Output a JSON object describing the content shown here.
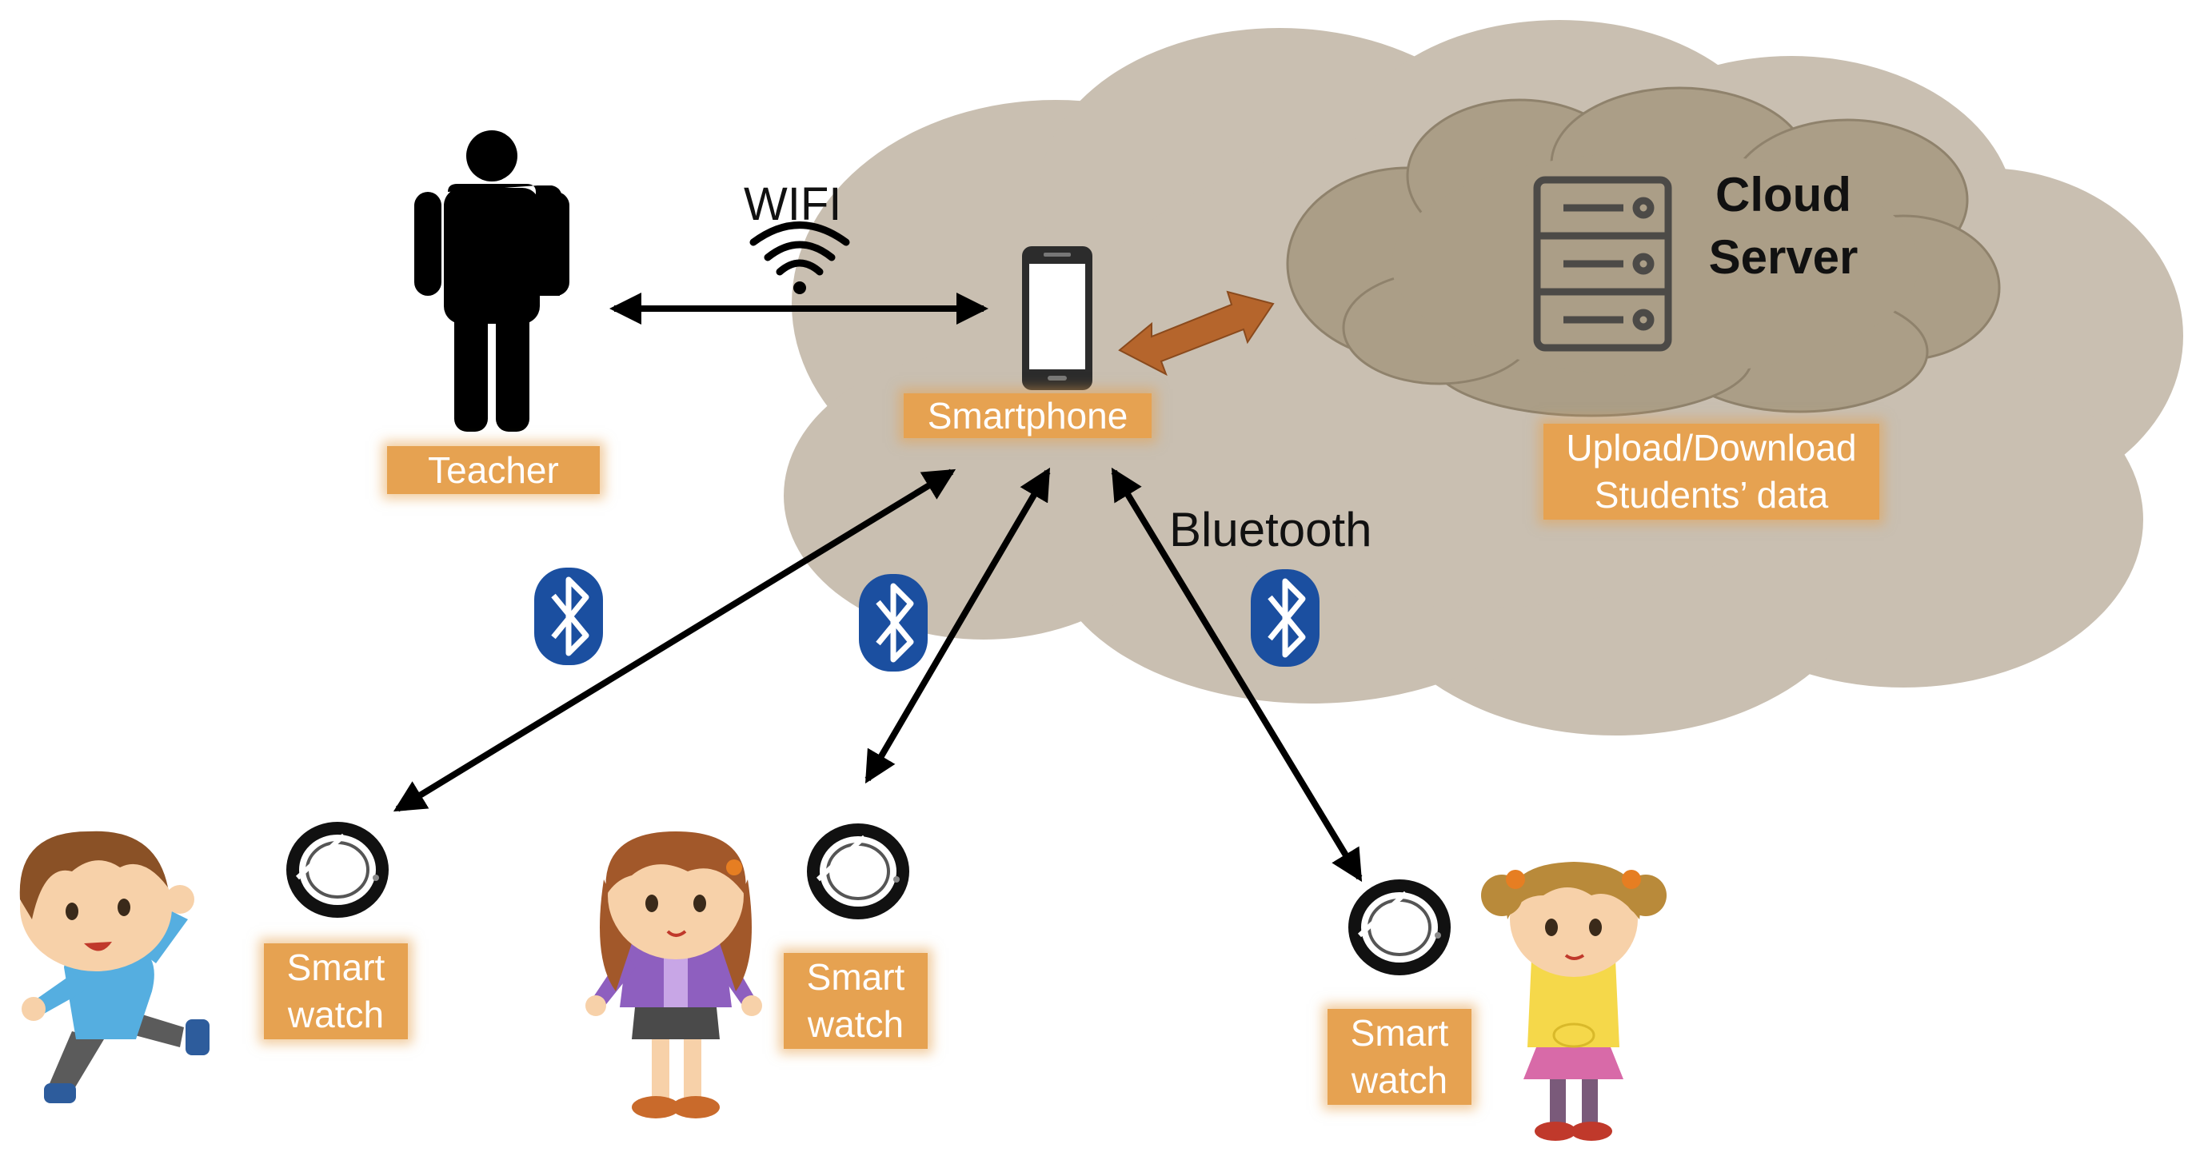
{
  "title": "",
  "labels": {
    "teacher": "Teacher",
    "smartphone": "Smartphone",
    "wifi": "WIFI",
    "bluetooth": "Bluetooth",
    "cloud_server_line1": "Cloud",
    "cloud_server_line2": "Server",
    "upload_line1": "Upload/Download",
    "upload_line2": "Students’ data",
    "watch1_line1": "Smart",
    "watch1_line2": "watch",
    "watch2_line1": "Smart",
    "watch2_line2": "watch",
    "watch3_line1": "Smart",
    "watch3_line2": "watch"
  },
  "colors": {
    "label_fill": "#e6a251",
    "outer_cloud": "#c9bfb1",
    "inner_cloud": "#ab9e87",
    "bluetooth_blue": "#1b4fa0",
    "cloud_link_arrow": "#b5652c",
    "link_arrow": "#000000"
  },
  "icons": [
    "person-icon",
    "wifi-icon",
    "smartphone-icon",
    "server-icon",
    "bluetooth-icon",
    "smartwatch-icon",
    "child-icon"
  ],
  "connections": [
    {
      "from": "teacher",
      "to": "smartphone",
      "medium": "WIFI"
    },
    {
      "from": "smartphone",
      "to": "cloud-server",
      "medium": ""
    },
    {
      "from": "smartphone",
      "to": "smartwatch-1",
      "medium": "Bluetooth"
    },
    {
      "from": "smartphone",
      "to": "smartwatch-2",
      "medium": "Bluetooth"
    },
    {
      "from": "smartphone",
      "to": "smartwatch-3",
      "medium": "Bluetooth"
    }
  ]
}
